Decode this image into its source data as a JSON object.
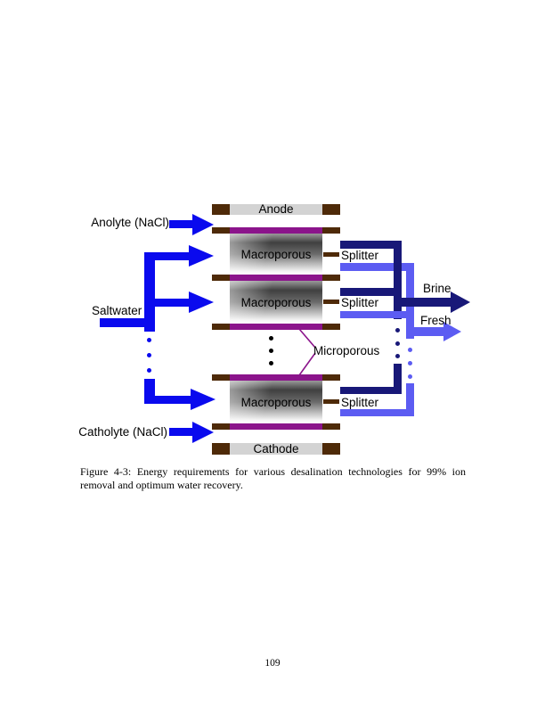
{
  "page": {
    "number": "109"
  },
  "figure": {
    "caption": "Figure 4-3: Energy requirements for various desalination technologies for 99% ion removal and optimum water recovery."
  },
  "diagram": {
    "labels": {
      "anode": "Anode",
      "cathode": "Cathode",
      "anolyte": "Anolyte (NaCl)",
      "catholyte": "Catholyte (NaCl)",
      "saltwater": "Saltwater",
      "macroporous": "Macroporous",
      "microporous": "Microporous",
      "splitter": "Splitter",
      "brine": "Brine",
      "fresh": "Fresh"
    },
    "colors": {
      "feed_blue": "#0a0aee",
      "brine_navy": "#181878",
      "fresh_blue": "#5c5cf2",
      "membrane_purple": "#8b148b",
      "electrode_brown": "#4e2a08",
      "electrode_gray": "#d3d3d3",
      "dot_black": "#000000"
    }
  }
}
